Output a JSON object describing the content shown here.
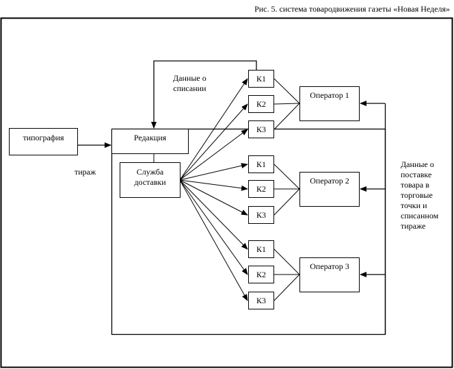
{
  "title": "Рис. 5. система товародвижения газеты «Новая Неделя»",
  "nodes": {
    "typography": "типография",
    "editorial": "Редакция",
    "delivery_line1": "Служба",
    "delivery_line2": "доставки",
    "groups": [
      {
        "operator": "Оператор 1",
        "kiosks": [
          "К1",
          "К2",
          "К3"
        ]
      },
      {
        "operator": "Оператор 2",
        "kiosks": [
          "К1",
          "К2",
          "К3"
        ]
      },
      {
        "operator": "Оператор 3",
        "kiosks": [
          "К1",
          "К2",
          "К3"
        ]
      }
    ]
  },
  "labels": {
    "circulation": "тираж",
    "writeoff_line1": "Данные о",
    "writeoff_line2": "списании",
    "supply_lines": [
      "Данные о",
      "поставке",
      "товара в",
      "торговые",
      "точки и",
      "списанном",
      "тираже"
    ]
  },
  "edges": [
    {
      "from": "typography",
      "to": "editorial",
      "label": "тираж"
    },
    {
      "from": "editorial",
      "to": "delivery"
    },
    {
      "from": "delivery",
      "to": "group1.K1"
    },
    {
      "from": "delivery",
      "to": "group1.K2"
    },
    {
      "from": "delivery",
      "to": "group1.K3"
    },
    {
      "from": "delivery",
      "to": "group2.K1"
    },
    {
      "from": "delivery",
      "to": "group2.K2"
    },
    {
      "from": "delivery",
      "to": "group2.K3"
    },
    {
      "from": "delivery",
      "to": "group3.K1"
    },
    {
      "from": "delivery",
      "to": "group3.K2"
    },
    {
      "from": "delivery",
      "to": "group3.K3"
    },
    {
      "from": "group1.K1",
      "to": "operator1"
    },
    {
      "from": "group1.K2",
      "to": "operator1"
    },
    {
      "from": "group1.K3",
      "to": "operator1"
    },
    {
      "from": "group2.K1",
      "to": "operator2"
    },
    {
      "from": "group2.K2",
      "to": "operator2"
    },
    {
      "from": "group2.K3",
      "to": "operator2"
    },
    {
      "from": "group3.K1",
      "to": "operator3"
    },
    {
      "from": "group3.K2",
      "to": "operator3"
    },
    {
      "from": "group3.K3",
      "to": "operator3"
    },
    {
      "from": "group1.K1",
      "to": "editorial",
      "label": "Данные о списании"
    },
    {
      "from": "editorial",
      "to": "operator1",
      "label": "Данные о поставке товара в торговые точки и списанном тираже"
    },
    {
      "from": "editorial",
      "to": "operator2"
    },
    {
      "from": "editorial",
      "to": "operator3"
    }
  ]
}
